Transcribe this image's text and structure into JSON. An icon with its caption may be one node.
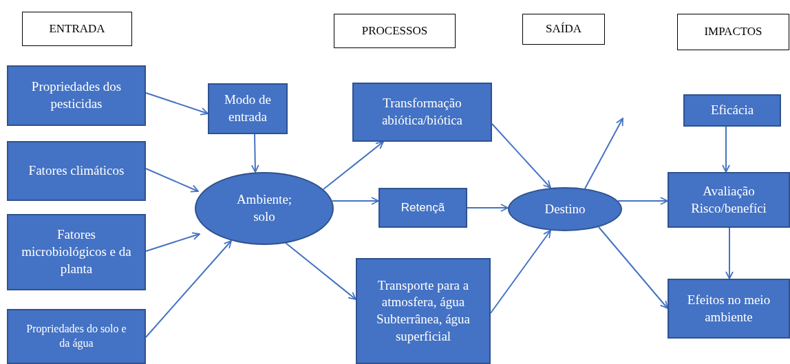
{
  "diagram": {
    "nodes": [
      {
        "text": [
          "ENTRADA"
        ]
      },
      {
        "text": [
          "PROCESSOS"
        ]
      },
      {
        "text": [
          "SAÍDA"
        ]
      },
      {
        "text": [
          "IMPACTOS"
        ]
      },
      {
        "text": [
          "Propriedades dos pesticidas"
        ]
      },
      {
        "text": [
          "Modo de entrada"
        ]
      },
      {
        "text": [
          "Transformação abiótica/biótica"
        ]
      },
      {
        "text": [
          "Eficácia"
        ]
      },
      {
        "text": [
          "Fatores climáticos"
        ]
      },
      {
        "text": [
          "Ambiente; solo"
        ]
      },
      {
        "text": [
          "Retençã"
        ]
      },
      {
        "text": [
          "Destino"
        ]
      },
      {
        "text": [
          "Avaliação Risco/benefíci"
        ]
      },
      {
        "text": [
          "Fatores microbiológicos e da planta"
        ]
      },
      {
        "text": [
          "Transporte para a atmosfera, água Subterrânea, água superficial"
        ]
      },
      {
        "text": [
          "Efeitos no meio ambiente"
        ]
      },
      {
        "text": [
          "Propriedades do solo e da água"
        ]
      }
    ],
    "edges": [
      {
        "from": 4,
        "to": 5,
        "arrow": "to"
      },
      {
        "from": 5,
        "to": 9,
        "arrow": "to"
      },
      {
        "from": 8,
        "to": 9,
        "arrow": "to"
      },
      {
        "from": 13,
        "to": 9,
        "arrow": "to"
      },
      {
        "from": 16,
        "to": 9,
        "arrow": "to"
      },
      {
        "from": 9,
        "to": 6,
        "arrow": "to"
      },
      {
        "from": 9,
        "to": 10,
        "arrow": "to"
      },
      {
        "from": 9,
        "to": 14,
        "arrow": "to"
      },
      {
        "from": 6,
        "to": 11,
        "arrow": "to"
      },
      {
        "from": 10,
        "to": 11,
        "arrow": "to"
      },
      {
        "from": 14,
        "to": 11,
        "arrow": "to"
      },
      {
        "from": 11,
        "to": null,
        "arrow": "to"
      },
      {
        "from": 11,
        "to": 12,
        "arrow": "to"
      },
      {
        "from": 11,
        "to": 15,
        "arrow": "to"
      },
      {
        "from": 7,
        "to": 12,
        "arrow": "to"
      },
      {
        "from": 12,
        "to": 15,
        "arrow": "to"
      }
    ]
  }
}
